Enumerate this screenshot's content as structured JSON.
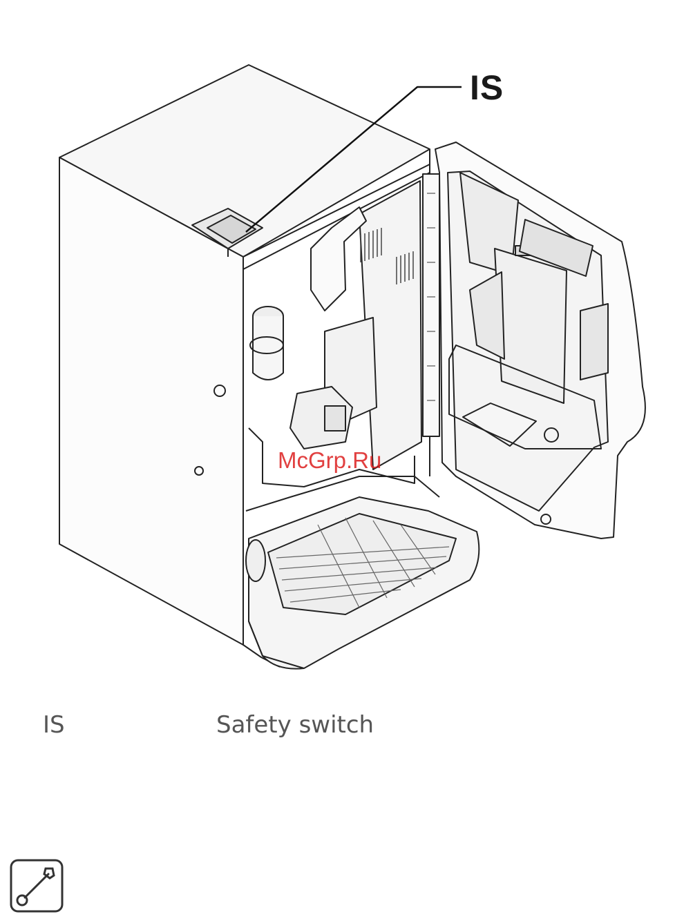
{
  "callout": {
    "code": "IS"
  },
  "watermark": {
    "text": "McGrp.Ru"
  },
  "legend": [
    {
      "code": "IS",
      "description": "Safety switch"
    }
  ],
  "icons": {
    "tool": "wrench-icon"
  }
}
